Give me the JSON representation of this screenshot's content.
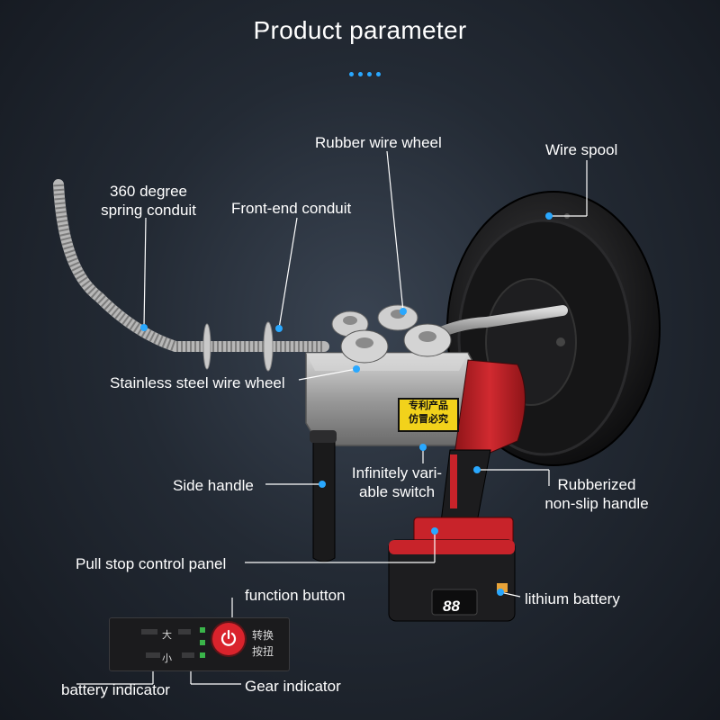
{
  "page_title": "Product parameter",
  "labels": {
    "rubber_wire_wheel": "Rubber wire wheel",
    "wire_spool": "Wire spool",
    "spring_conduit_line1": "360 degree",
    "spring_conduit_line2": "spring conduit",
    "front_end_conduit": "Front-end conduit",
    "stainless_steel_wire_wheel": "Stainless steel wire wheel",
    "side_handle": "Side handle",
    "variable_switch_line1": "Infinitely vari-",
    "variable_switch_line2": "able switch",
    "rubberized_handle_line1": "Rubberized",
    "rubberized_handle_line2": "non-slip handle",
    "pull_stop_control_panel": "Pull stop control panel",
    "function_button": "function button",
    "lithium_battery": "lithium battery",
    "battery_indicator": "battery indicator",
    "gear_indicator": "Gear indicator"
  },
  "panel": {
    "big": "大",
    "small": "小",
    "switch_line1": "转换",
    "switch_line2": "按扭"
  },
  "badge": {
    "line1": "专利产品",
    "line2": "仿冒必究"
  },
  "battery_display": "88",
  "colors": {
    "accent": "#29a8ff",
    "tool_red": "#c8232a",
    "power_button": "#d9232c",
    "badge_yellow": "#f2d21b"
  }
}
